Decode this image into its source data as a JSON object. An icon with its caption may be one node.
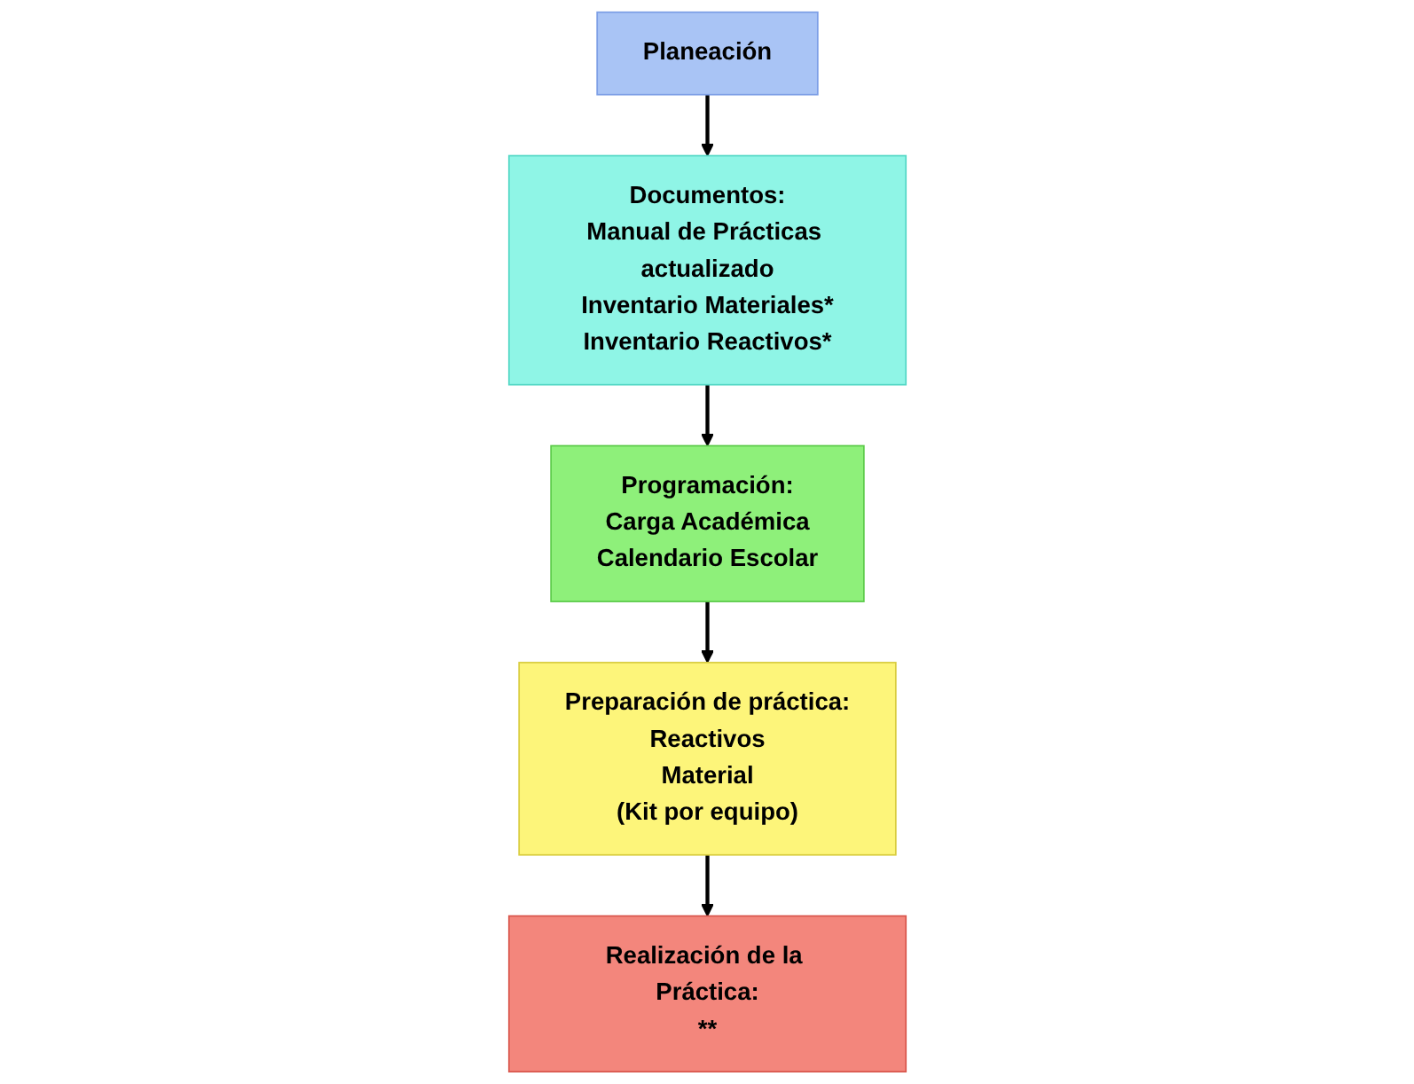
{
  "diagram": {
    "nodes": [
      {
        "text": [
          "Planeación"
        ]
      },
      {
        "text": [
          "Documentos:",
          "Manual de Prácticas actualizado",
          "Inventario Materiales*",
          "Inventario Reactivos*"
        ]
      },
      {
        "text": [
          "Programación:",
          "Carga Académica",
          "Calendario Escolar"
        ]
      },
      {
        "text": [
          "Preparación de práctica:",
          "Reactivos",
          "Material",
          "(Kit por equipo)"
        ]
      },
      {
        "text": [
          "Realización de la Práctica:",
          "**"
        ]
      }
    ],
    "edges": [
      {
        "from": 0,
        "to": 1,
        "arrow": "to"
      },
      {
        "from": 1,
        "to": 2,
        "arrow": "to"
      },
      {
        "from": 2,
        "to": 3,
        "arrow": "to"
      },
      {
        "from": 3,
        "to": 4,
        "arrow": "to"
      }
    ]
  }
}
